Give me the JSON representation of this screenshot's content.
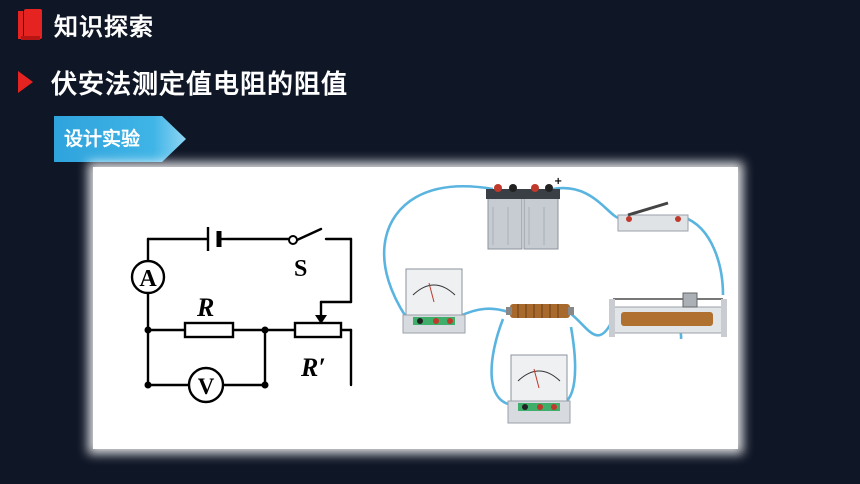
{
  "section": {
    "title": "知识探索",
    "icon": "bookmark-icon",
    "accent_color": "#e52421"
  },
  "topic": {
    "title": "伏安法测定值电阻的阻值",
    "arrow_color": "#e52421"
  },
  "tag": {
    "label": "设计实验",
    "color": "#2fa3dc"
  },
  "circuit": {
    "ammeter_symbol": "A",
    "voltmeter_symbol": "V",
    "switch_label": "S",
    "resistor_label": "R",
    "rheostat_label": "R′"
  },
  "photo": {
    "wire_color": "#5ab4e0",
    "battery_plus_mark": "+"
  }
}
